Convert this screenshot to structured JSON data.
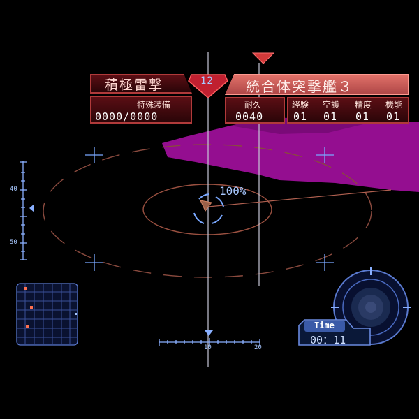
{
  "left_panel": {
    "title": "積極雷撃",
    "sub_label": "特殊装備",
    "ammo": "0000/0000"
  },
  "level_badge": "12",
  "target_panel": {
    "name": "統合体突撃艦３",
    "durability_label": "耐久",
    "durability_value": "0040",
    "stats": [
      {
        "label": "経験",
        "value": "01"
      },
      {
        "label": "空護",
        "value": "01"
      },
      {
        "label": "精度",
        "value": "01"
      },
      {
        "label": "機能",
        "value": "01"
      }
    ]
  },
  "lock_percent": "100%",
  "altitude_scale": {
    "labels": [
      "40",
      "50"
    ]
  },
  "heading_scale": {
    "labels": [
      "10",
      "20"
    ]
  },
  "timer": {
    "label": "Time",
    "value": "00：11"
  },
  "colors": {
    "panel_red": "#5a0e14",
    "panel_border": "#b03a3a",
    "hud_blue": "#7aa8ff",
    "enemy_magenta": "#a0109a",
    "range_ring": "#a05040"
  }
}
